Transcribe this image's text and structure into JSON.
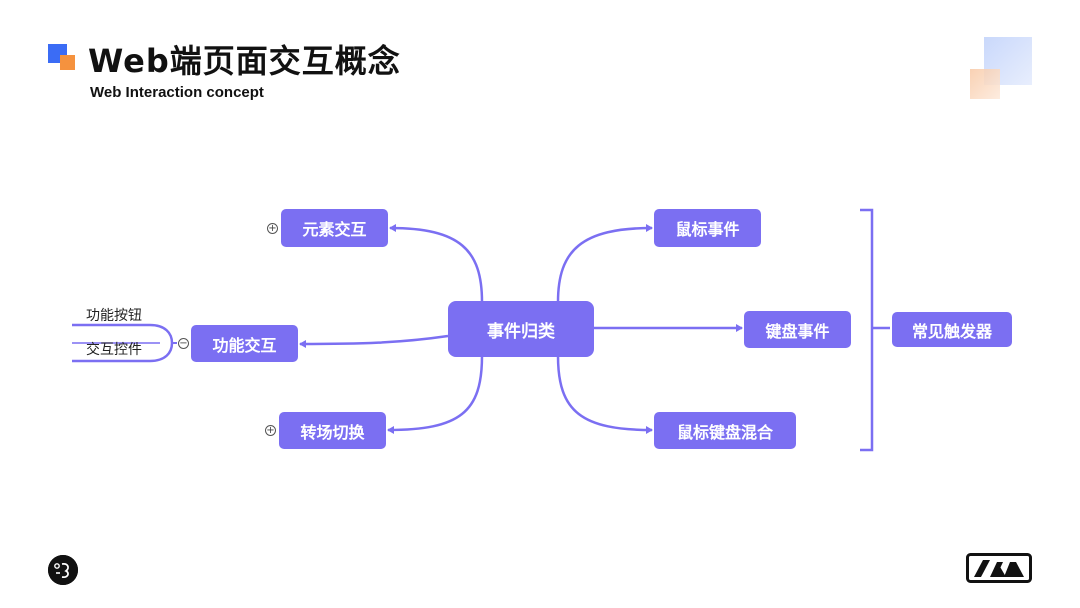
{
  "header": {
    "title": "Web端页面交互概念",
    "subtitle": "Web Interaction concept"
  },
  "diagram": {
    "center": "事件归类",
    "left_nodes": [
      {
        "label": "元素交互",
        "toggle": "+"
      },
      {
        "label": "功能交互",
        "toggle": "−"
      },
      {
        "label": "转场切换",
        "toggle": "+"
      }
    ],
    "left_leaves": [
      "功能按钮",
      "交互控件"
    ],
    "right_nodes": [
      "鼠标事件",
      "键盘事件",
      "鼠标键盘混合"
    ],
    "group_label": "常见触发器"
  },
  "colors": {
    "node_fill": "#7b6ff2",
    "connector": "#7b6ff2",
    "title_square_blue": "#3b6cf5",
    "title_square_orange": "#f5923e"
  },
  "logos": {
    "left_icon": "circle-glyph-logo-icon",
    "right_icon": "mountain-badge-logo-icon"
  }
}
